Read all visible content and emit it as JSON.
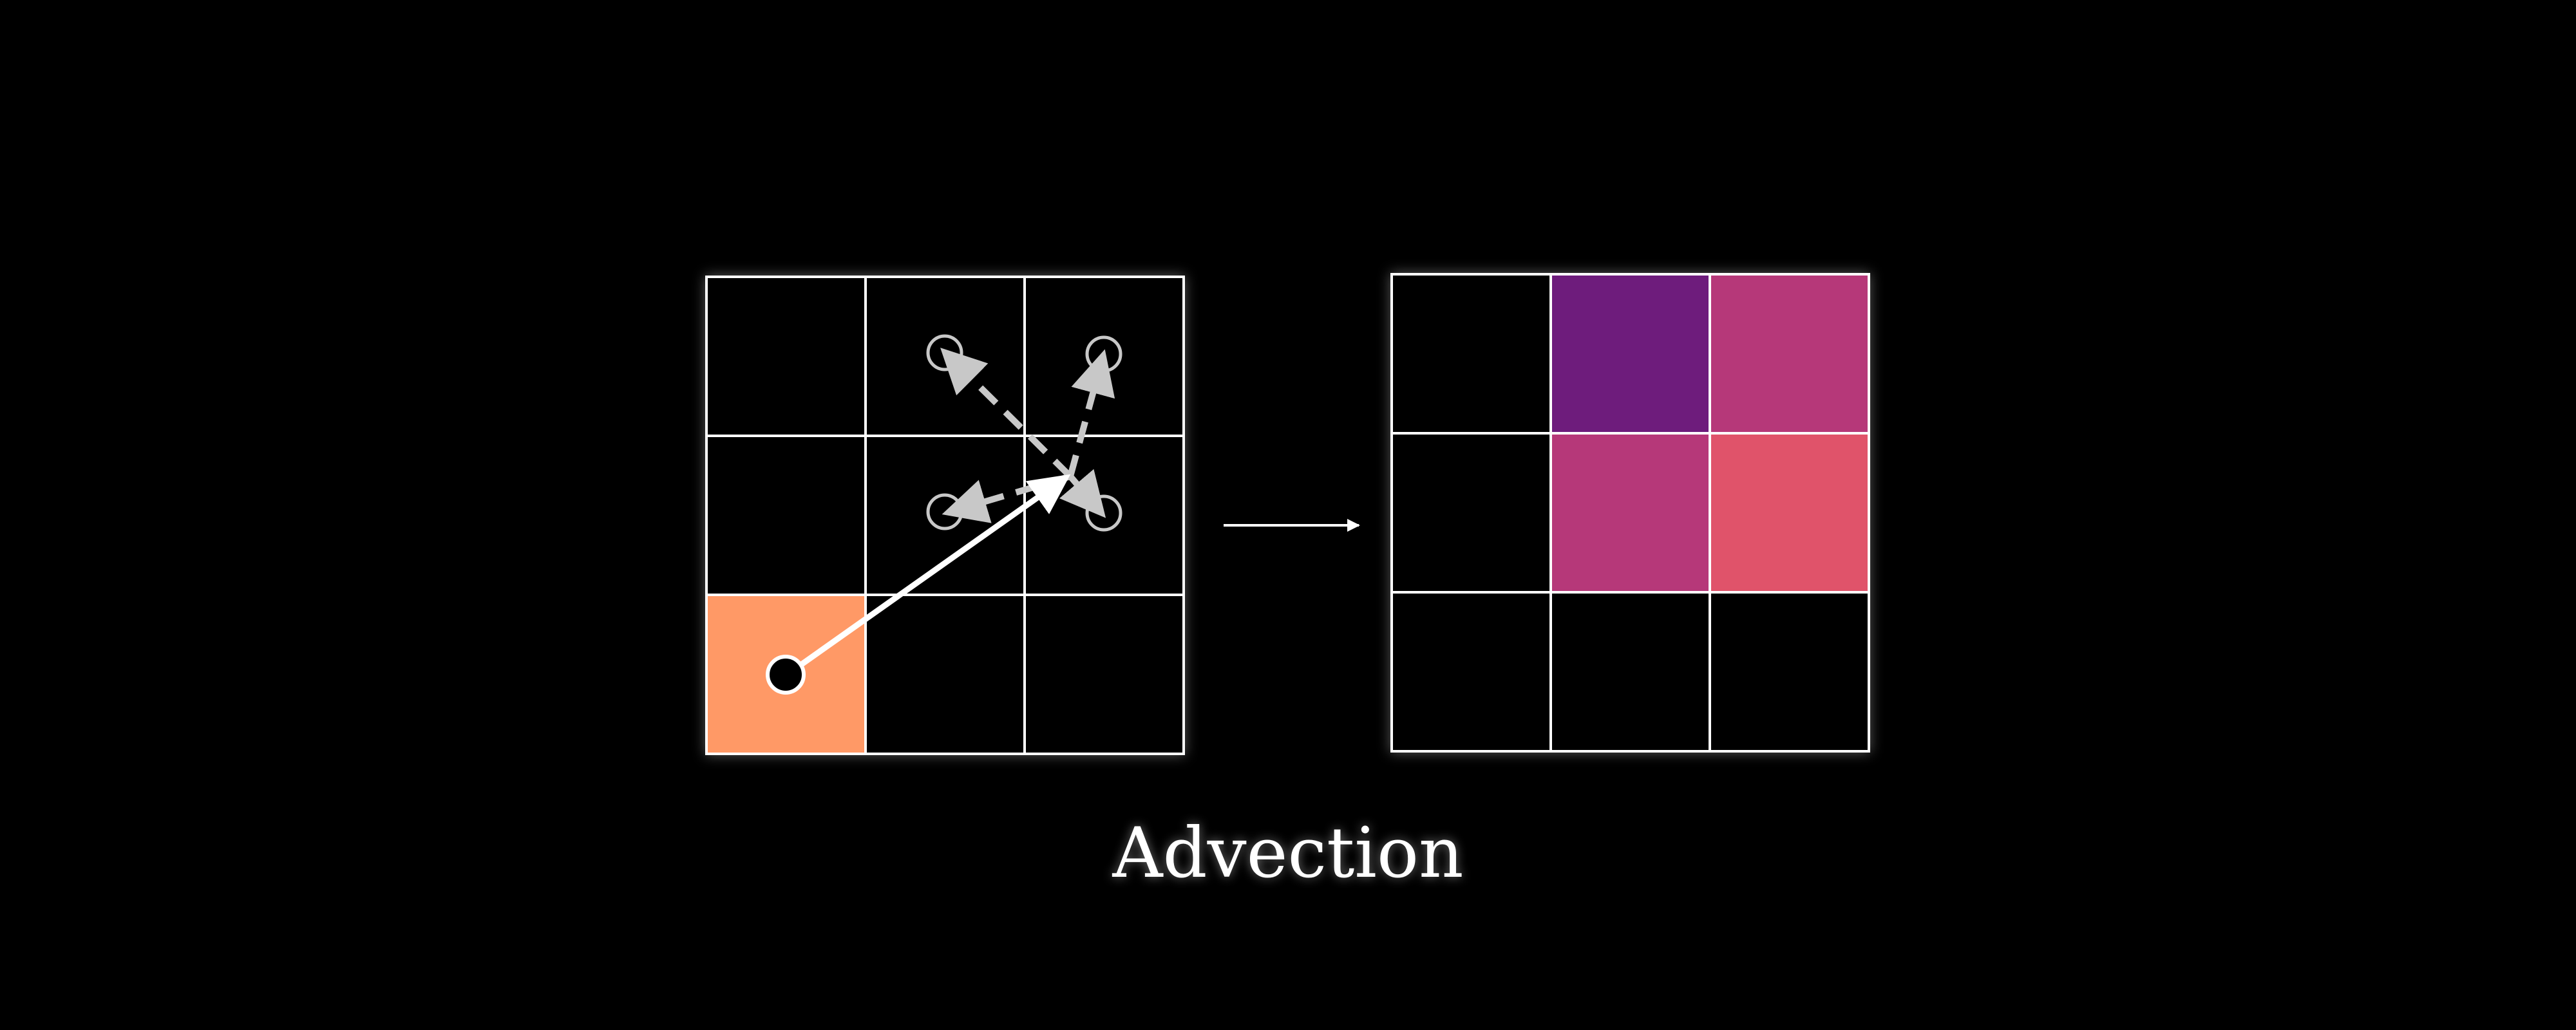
{
  "diagram": {
    "caption": "Advection",
    "colors": {
      "background": "#000000",
      "grid": "#ffffff",
      "source_cell": "#FF9966",
      "dashed_vector": "#c8c8c8",
      "result_purple": "#6E1F7C",
      "result_magenta": "#B63779",
      "result_red": "#E0526A"
    },
    "left_grid": {
      "rows": 3,
      "cols": 3,
      "highlighted_cell": {
        "row": 2,
        "col": 0,
        "color": "#FF9966"
      }
    },
    "right_grid": {
      "rows": 3,
      "cols": 3,
      "filled_cells": [
        {
          "row": 0,
          "col": 1,
          "color": "#6E1F7C"
        },
        {
          "row": 0,
          "col": 2,
          "color": "#B63779"
        },
        {
          "row": 1,
          "col": 1,
          "color": "#B63779"
        },
        {
          "row": 1,
          "col": 2,
          "color": "#E0526A"
        }
      ]
    }
  }
}
